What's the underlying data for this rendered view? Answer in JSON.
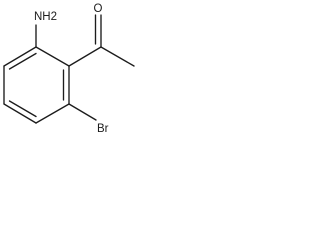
{
  "molecule": {
    "atoms": {
      "amine": "NH2",
      "carbonyl_oxygen": "O",
      "bromine": "Br"
    },
    "colors": {
      "bond": "#1c1c1c",
      "label": "#1c1c1c",
      "background": "#ffffff"
    }
  }
}
